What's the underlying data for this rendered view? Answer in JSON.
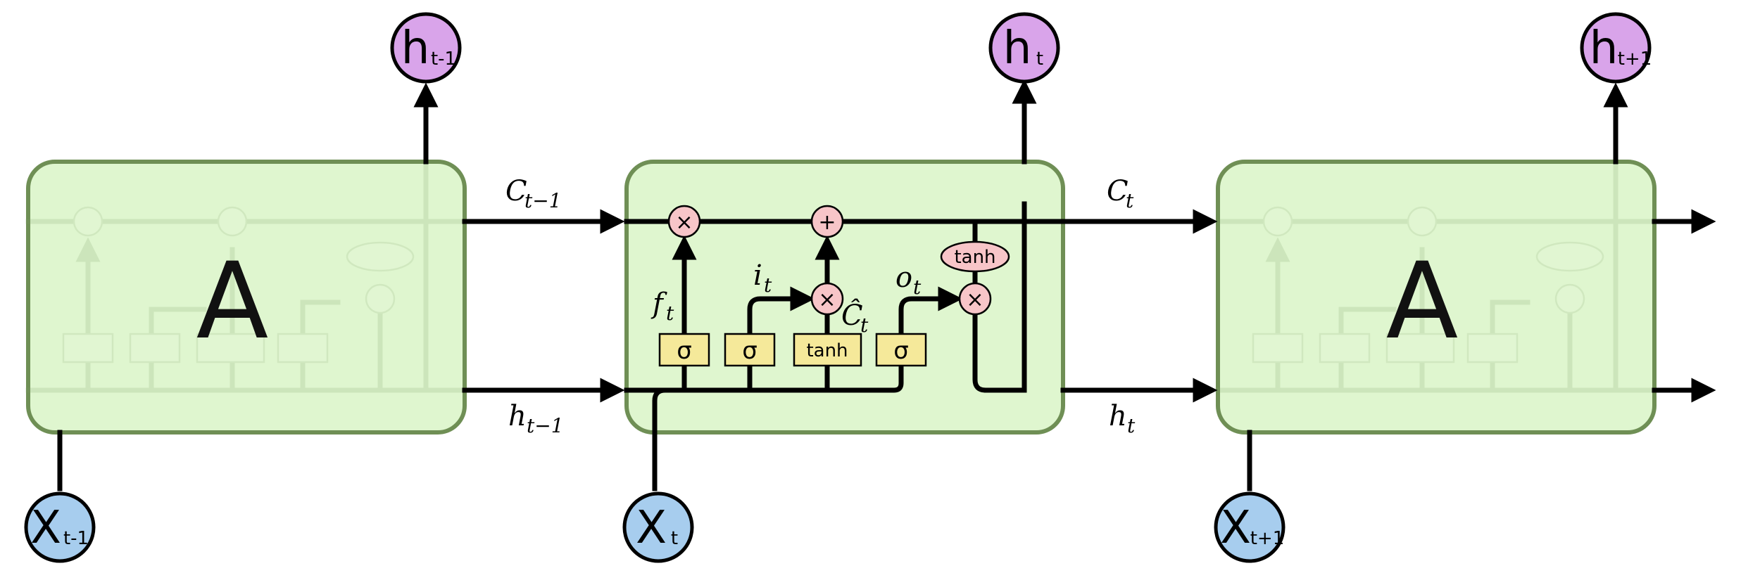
{
  "cells": [
    {
      "name": "A"
    },
    {
      "name": ""
    },
    {
      "name": "A"
    }
  ],
  "gates": {
    "sigma": "σ",
    "tanh": "tanh",
    "multiply": "×",
    "add": "+"
  },
  "flow_labels": {
    "c_prev": {
      "base": "C",
      "sub": "t−1"
    },
    "h_prev": {
      "base": "h",
      "sub": "t−1"
    },
    "c_t": {
      "base": "C",
      "sub": "t"
    },
    "h_t": {
      "base": "h",
      "sub": "t"
    },
    "f_t": {
      "base": "f",
      "sub": "t"
    },
    "i_t": {
      "base": "i",
      "sub": "t"
    },
    "o_t": {
      "base": "o",
      "sub": "t"
    },
    "c_tilde": {
      "base": "Ĉ",
      "sub": "t"
    }
  },
  "outputs": [
    {
      "base": "h",
      "sub": "t-1"
    },
    {
      "base": "h",
      "sub": "t"
    },
    {
      "base": "h",
      "sub": "t+1"
    }
  ],
  "inputs": [
    {
      "base": "X",
      "sub": "t-1"
    },
    {
      "base": "X",
      "sub": "t"
    },
    {
      "base": "X",
      "sub": "t+1"
    }
  ]
}
